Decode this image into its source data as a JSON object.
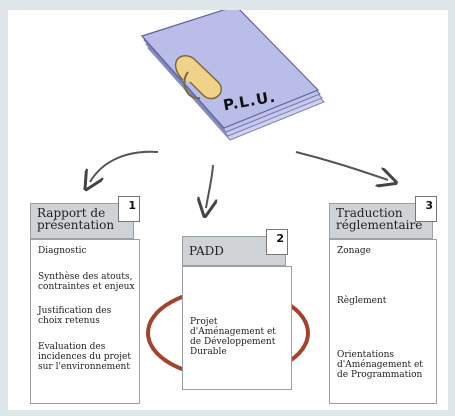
{
  "document_label": "P.L.U.",
  "boxes": [
    {
      "number": "1",
      "title": "Rapport de présentation",
      "items": [
        "Diagnostic",
        "Synthèse des atouts, contraintes et enjeux",
        "Justification des choix retenus",
        "Evaluation des incidences du projet sur l'environnement"
      ]
    },
    {
      "number": "2",
      "title": "PADD",
      "items": [
        "Projet d'Aménagement et de Développement Durable"
      ]
    },
    {
      "number": "3",
      "title": "Traduction réglementaire",
      "items": [
        "Zonage",
        "Règlement",
        "Orientations d'Aménagement et de Programmation"
      ]
    }
  ],
  "colors": {
    "highlight_ellipse": "#a0442f",
    "folder_blue": "#b9bde8",
    "box_header": "#cfd3d6"
  },
  "icons": [
    "document-stack-icon",
    "paperclip-icon",
    "curved-arrow-icon"
  ]
}
